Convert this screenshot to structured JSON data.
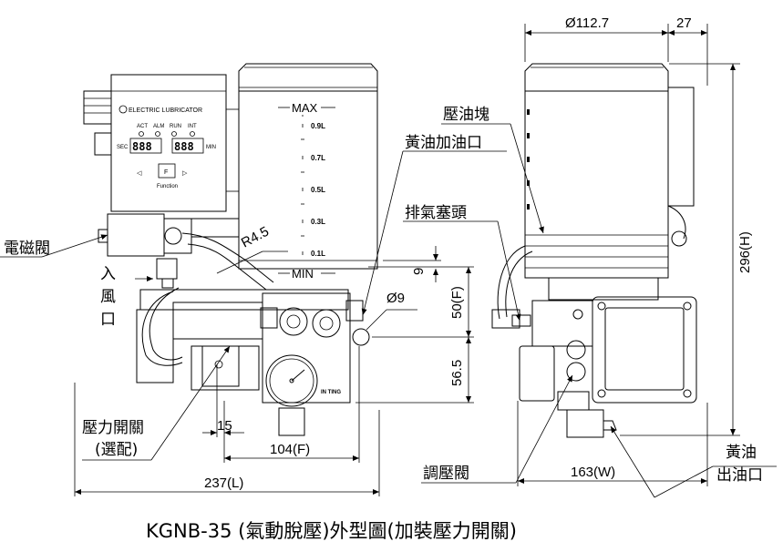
{
  "caption": "KGNB-35 (氣動脫壓)外型圖(加裝壓力開關)",
  "controller": {
    "brand": "ELECTRIC LUBRICATOR",
    "leds": [
      "ACT",
      "ALM",
      "RUN",
      "INT"
    ],
    "sec": "SEC",
    "min": "MIN",
    "display_left": "888",
    "display_right": "888",
    "key_left": "◁",
    "key_center": "F",
    "key_right": "▷",
    "function": "Function"
  },
  "reservoir": {
    "max": "MAX",
    "min": "MIN",
    "marks": [
      "0.9L",
      "0.7L",
      "0.5L",
      "0.3L",
      "0.1L"
    ]
  },
  "gauge_brand": "IN TING",
  "labels": {
    "solenoid_valve": "電磁閥",
    "air_inlet_1": "入",
    "air_inlet_2": "風",
    "air_inlet_3": "口",
    "pressure_switch": "壓力開關",
    "pressure_switch_opt": "(選配)",
    "follower_plate": "壓油塊",
    "grease_fill": "黃油加油口",
    "vent_plug": "排氣塞頭",
    "pressure_regulator": "調壓閥",
    "grease_out_1": "黃油",
    "grease_out_2": "出油口"
  },
  "dimensions": {
    "r45": "R4.5",
    "d9_hole": "Ø9",
    "nine": "9",
    "f50": "50(F)",
    "v565": "56.5",
    "h15": "15",
    "w104": "104(F)",
    "l237": "237(L)",
    "d1127": "Ø112.7",
    "w27": "27",
    "h296": "296(H)",
    "w163": "163(W)"
  }
}
